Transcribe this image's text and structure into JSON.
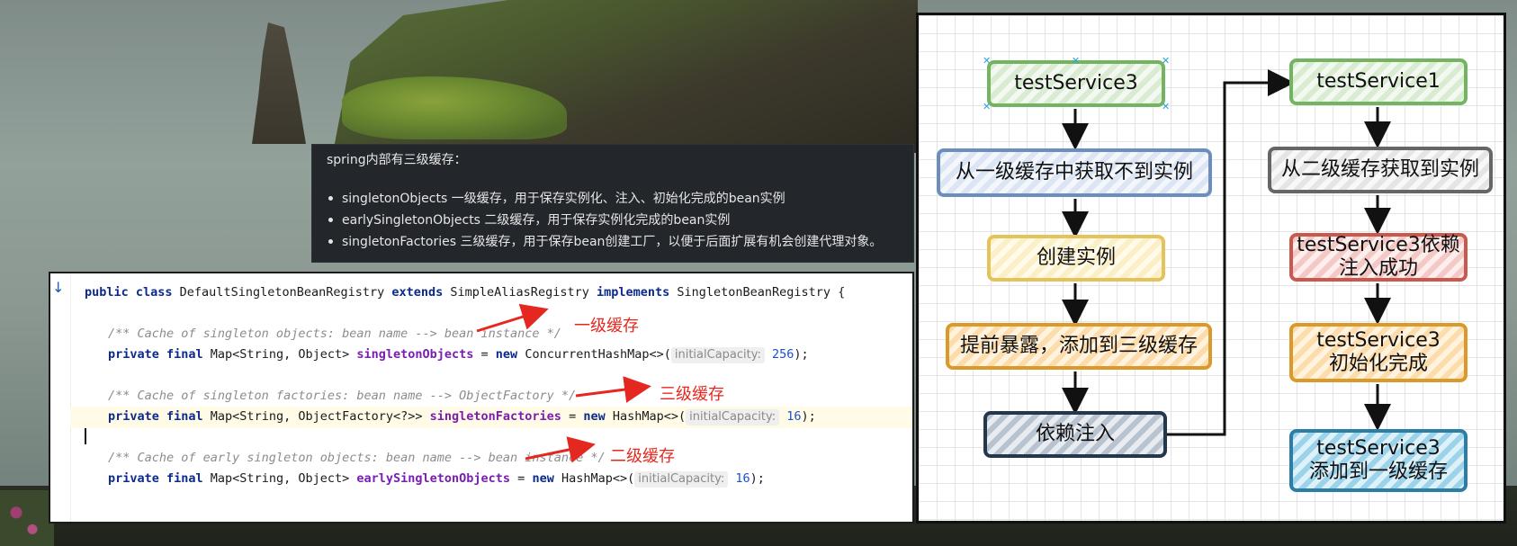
{
  "tooltip": {
    "title": "spring内部有三级缓存：",
    "items": [
      "singletonObjects 一级缓存，用于保存实例化、注入、初始化完成的bean实例",
      "earlySingletonObjects 二级缓存，用于保存实例化完成的bean实例",
      "singletonFactories 三级缓存，用于保存bean创建工厂，以便于后面扩展有机会创建代理对象。"
    ]
  },
  "code": {
    "line1": {
      "kw1": "public class ",
      "name": "DefaultSingletonBeanRegistry ",
      "kw2": "extends ",
      "parent": "SimpleAliasRegistry ",
      "kw3": "implements ",
      "iface": "SingletonBeanRegistry {"
    },
    "comment1": "/** Cache of singleton objects: bean name --> bean instance */",
    "line2": {
      "kw": "private final ",
      "type": "Map<String, Object> ",
      "field": "singletonObjects",
      "assign": " = ",
      "new_kw": "new ",
      "ctor": "ConcurrentHashMap<>(",
      "hint": "initialCapacity:",
      "num": " 256",
      "end": ");"
    },
    "comment2": "/** Cache of singleton factories: bean name --> ObjectFactory */",
    "line3": {
      "kw": "private final ",
      "type": "Map<String, ObjectFactory<?>> ",
      "field": "singletonFactories",
      "assign": " = ",
      "new_kw": "new ",
      "ctor": "HashMap<>(",
      "hint": "initialCapacity:",
      "num": " 16",
      "end": ");"
    },
    "comment3": "/** Cache of early singleton objects: bean name --> bean instance */",
    "line4": {
      "kw": "private final ",
      "type": "Map<String, Object> ",
      "field": "earlySingletonObjects",
      "assign": " = ",
      "new_kw": "new ",
      "ctor": "HashMap<>(",
      "hint": "initialCapacity:",
      "num": " 16",
      "end": ");"
    }
  },
  "annotations": {
    "level1": "一级缓存",
    "level3": "三级缓存",
    "level2": "二级缓存"
  },
  "flow": {
    "left": [
      "testService3",
      "从一级缓存中获取不到实例",
      "创建实例",
      "提前暴露，添加到三级缓存",
      "依赖注入"
    ],
    "right": [
      "testService1",
      "从二级缓存获取到实例",
      "testService3依赖\n注入成功",
      "testService3\n初始化完成",
      "testService3\n添加到一级缓存"
    ]
  },
  "colors": {
    "annotation_red": "#e5281f",
    "keyword_blue": "#0b2a8c",
    "field_purple": "#7a1db0"
  }
}
